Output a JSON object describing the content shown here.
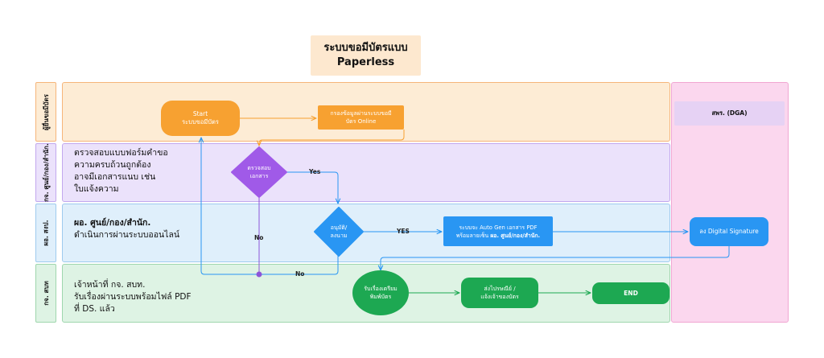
{
  "title": {
    "line1": "ระบบขอมีบัตรแบบ",
    "line2": "Paperless"
  },
  "lanes": {
    "applicant": {
      "label": "ผู้ยื่นขอมีบัตร"
    },
    "division": {
      "label": "กจ. ศูนย์/กอง/สำนัก.",
      "text": [
        "ตรวจสอบแบบฟอร์มคำขอ",
        "ความครบถ้วนถูกต้อง",
        "อาจมีเอกสารแนบ เช่น",
        "ใบแจ้งความ"
      ]
    },
    "director": {
      "label": "ผอ. สงป.",
      "text_bold": "ผอ. ศูนย์/กอง/สำนัก.",
      "text": "ดำเนินการผ่านระบบออนไลน์"
    },
    "hr": {
      "label": "กจ. สบท",
      "text": [
        "เจ้าหน้าที่ กจ. สบท.",
        "รับเรื่องผ่านระบบพร้อมไฟล์ PDF",
        "ที่ DS. แล้ว"
      ]
    },
    "dga": {
      "label": "สพร. (DGA)"
    }
  },
  "nodes": {
    "start": {
      "line1": "Start",
      "line2": "ระบบขอมีบัตร"
    },
    "fill_form": {
      "line1": "กรองข้อมูลผ่านระบบขอมี",
      "line2": "บัตร Online"
    },
    "check_docs": {
      "line1": "ตรวจสอบ",
      "line2": "เอกสาร"
    },
    "approve": {
      "line1": "อนุมัติ/",
      "line2": "ลงนาม"
    },
    "auto_gen": {
      "line1": "ระบบจะ Auto Gen เอกสาร PDF",
      "line2_prefix": "พร้อมลายเซ็น ",
      "line2_bold": "ผอ. ศูนย์/กอง/สำนัก."
    },
    "digital_sig": {
      "label": "ลง Digital Signature"
    },
    "receive": {
      "line1": "รับเรื่องเตรียม",
      "line2": "พิมพ์บัตร"
    },
    "deliver": {
      "line1": "ส่งไปรษณีย์ /",
      "line2": "แจ้งเจ้าของบัตร"
    },
    "end": {
      "label": "END"
    }
  },
  "edges": {
    "yes1": "Yes",
    "yes2": "YES",
    "no1": "No",
    "no2": "No"
  },
  "colors": {
    "applicant_lane": "#fdecd5",
    "applicant_border": "#f6b57a",
    "division_lane": "#ebe2fb",
    "division_border": "#c2a8ee",
    "director_lane": "#dfeffb",
    "director_border": "#9ecbee",
    "hr_lane": "#def3e4",
    "hr_border": "#9fd6ad",
    "dga_lane": "#fbd7ee",
    "dga_border": "#f1a6d2",
    "orange": "#f7a131",
    "purple": "#a05ae8",
    "blue": "#2996f3",
    "green": "#1da852",
    "connector_dot": "#8d55d8"
  }
}
